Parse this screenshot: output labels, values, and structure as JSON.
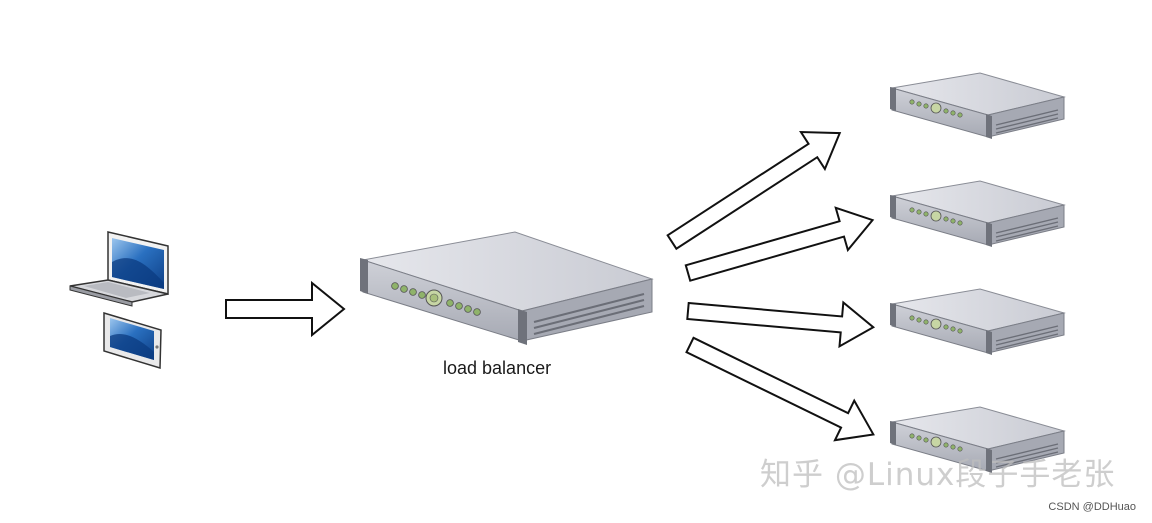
{
  "diagram": {
    "load_balancer_label": "load balancer",
    "watermark": "知乎 @Linux段子手老张",
    "credit": "CSDN @DDHuao",
    "colors": {
      "arrow_stroke": "#111111",
      "arrow_fill": "#ffffff",
      "server_top": "#dcdde3",
      "server_front": "#b9bcc6",
      "server_side": "#8c8f98",
      "screen_blue": "#1f63b0",
      "led_green": "#8fb36a"
    },
    "icons": [
      "laptop-icon",
      "tablet-icon",
      "load-balancer-server-icon",
      "backend-server-icon"
    ]
  }
}
